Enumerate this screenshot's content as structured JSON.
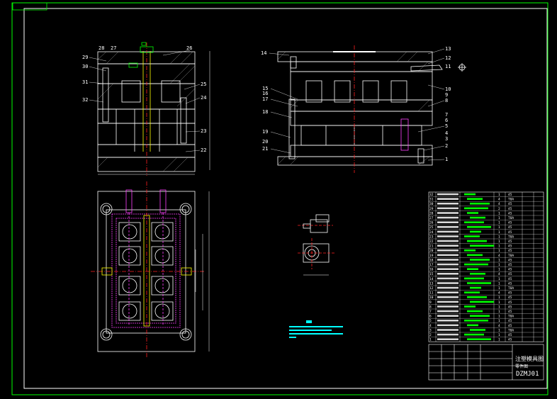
{
  "drawing": {
    "code": "DZMJ01",
    "title_block_name": "注塑模具图",
    "title_block_sub": "零件图"
  },
  "views": {
    "side_section_labels": [
      "26",
      "27",
      "28",
      "29",
      "30",
      "31",
      "32",
      "25",
      "24",
      "23",
      "22"
    ],
    "front_section_labels": [
      "14",
      "13",
      "12",
      "11",
      "10",
      "9",
      "8",
      "7",
      "6",
      "5",
      "4",
      "3",
      "2",
      "1",
      "15",
      "16",
      "17",
      "18",
      "19",
      "20",
      "21"
    ]
  },
  "bom": {
    "rows": [
      {
        "no": "32",
        "qty": "1",
        "mat": "45"
      },
      {
        "no": "31",
        "qty": "4",
        "mat": "T8A"
      },
      {
        "no": "30",
        "qty": "4",
        "mat": "45"
      },
      {
        "no": "29",
        "qty": "2",
        "mat": "45"
      },
      {
        "no": "28",
        "qty": "1",
        "mat": "45"
      },
      {
        "no": "27",
        "qty": "1",
        "mat": "T8A"
      },
      {
        "no": "26",
        "qty": "1",
        "mat": "45"
      },
      {
        "no": "25",
        "qty": "1",
        "mat": "45"
      },
      {
        "no": "24",
        "qty": "1",
        "mat": "45"
      },
      {
        "no": "23",
        "qty": "1",
        "mat": "T8A"
      },
      {
        "no": "22",
        "qty": "1",
        "mat": "45"
      },
      {
        "no": "21",
        "qty": "1",
        "mat": "45"
      },
      {
        "no": "20",
        "qty": "1",
        "mat": "45"
      },
      {
        "no": "19",
        "qty": "4",
        "mat": "T8A"
      },
      {
        "no": "18",
        "qty": "1",
        "mat": "45"
      },
      {
        "no": "17",
        "qty": "1",
        "mat": "45"
      },
      {
        "no": "16",
        "qty": "1",
        "mat": "45"
      },
      {
        "no": "15",
        "qty": "4",
        "mat": "45"
      },
      {
        "no": "14",
        "qty": "1",
        "mat": "45"
      },
      {
        "no": "13",
        "qty": "1",
        "mat": "45"
      },
      {
        "no": "12",
        "qty": "1",
        "mat": "T8A"
      },
      {
        "no": "11",
        "qty": "4",
        "mat": "45"
      },
      {
        "no": "10",
        "qty": "1",
        "mat": "45"
      },
      {
        "no": "9",
        "qty": "1",
        "mat": "45"
      },
      {
        "no": "8",
        "qty": "1",
        "mat": "45"
      },
      {
        "no": "7",
        "qty": "1",
        "mat": "45"
      },
      {
        "no": "6",
        "qty": "1",
        "mat": "T8A"
      },
      {
        "no": "5",
        "qty": "1",
        "mat": "45"
      },
      {
        "no": "4",
        "qty": "4",
        "mat": "45"
      },
      {
        "no": "3",
        "qty": "1",
        "mat": "T8A"
      },
      {
        "no": "2",
        "qty": "1",
        "mat": "45"
      },
      {
        "no": "1",
        "qty": "1",
        "mat": "45"
      }
    ]
  },
  "colors": {
    "outline": "#ffffff",
    "section": "#ffffff",
    "part_edge": "#ffff00",
    "center": "#ff2020",
    "cooling": "#ff40ff",
    "cavity": "#00ff00",
    "note": "#00ffff",
    "border": "#00ff00"
  }
}
